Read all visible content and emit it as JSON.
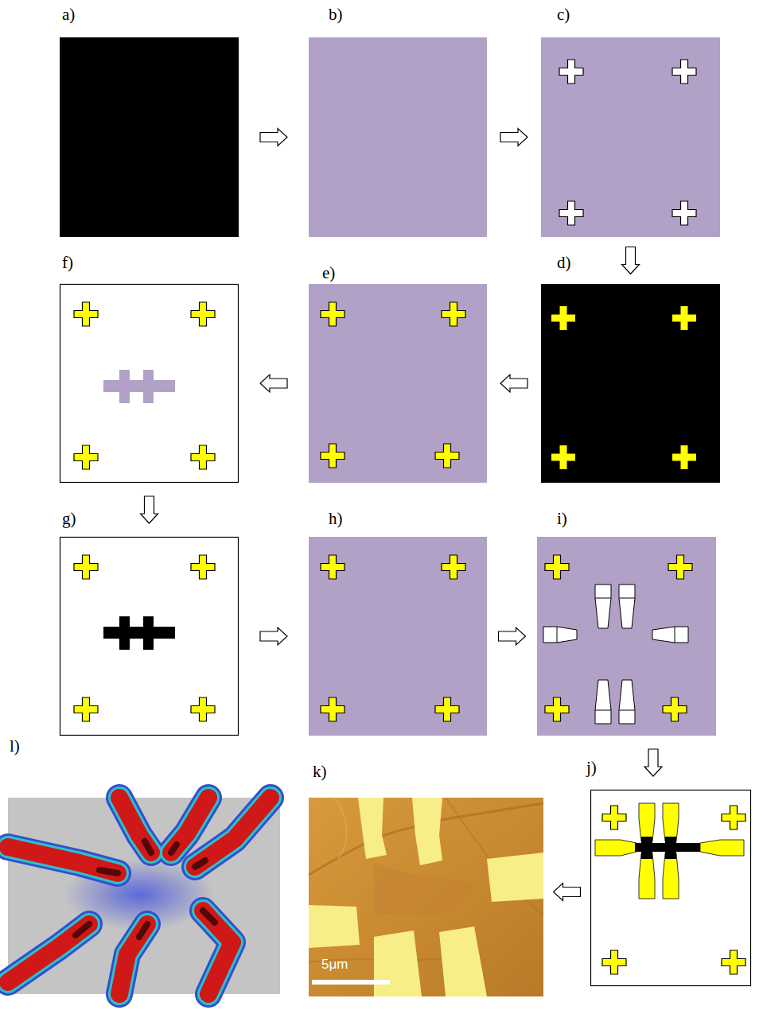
{
  "diagram": {
    "nodes": [
      {
        "text": [
          "a)"
        ]
      },
      {
        "text": [
          "b)"
        ]
      },
      {
        "text": [
          "c)"
        ]
      },
      {
        "text": [
          "d)"
        ]
      },
      {
        "text": [
          "e)"
        ]
      },
      {
        "text": [
          "f)"
        ]
      },
      {
        "text": [
          "g)"
        ]
      },
      {
        "text": [
          "h)"
        ]
      },
      {
        "text": [
          "i)"
        ]
      },
      {
        "text": [
          "j)"
        ]
      },
      {
        "text": [
          "k)",
          "5μm"
        ]
      },
      {
        "text": [
          "l)"
        ]
      }
    ],
    "edges": [
      {
        "from": 0,
        "to": 1,
        "arrow": "to"
      },
      {
        "from": 1,
        "to": 2,
        "arrow": "to"
      },
      {
        "from": 2,
        "to": 3,
        "arrow": "to"
      },
      {
        "from": 3,
        "to": 4,
        "arrow": "to"
      },
      {
        "from": 4,
        "to": 5,
        "arrow": "to"
      },
      {
        "from": 5,
        "to": 6,
        "arrow": "to"
      },
      {
        "from": 6,
        "to": 7,
        "arrow": "to"
      },
      {
        "from": 7,
        "to": 8,
        "arrow": "to"
      },
      {
        "from": 8,
        "to": 9,
        "arrow": "to"
      },
      {
        "from": 9,
        "to": 10,
        "arrow": "to"
      }
    ]
  }
}
